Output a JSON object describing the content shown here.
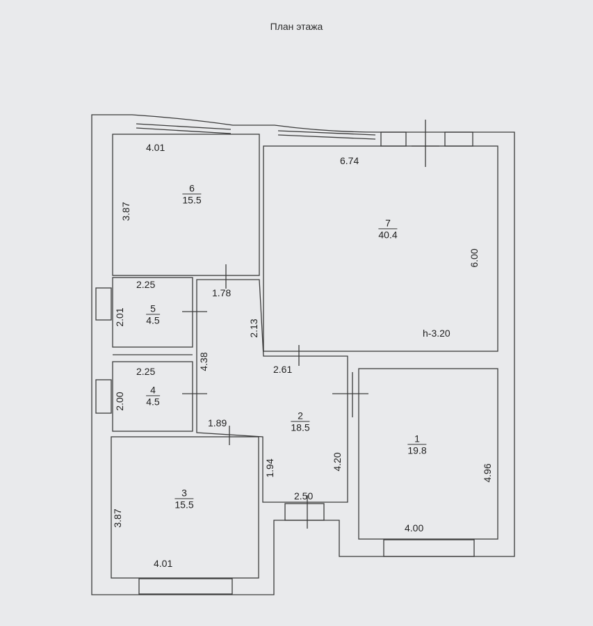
{
  "title": "План этажа",
  "rooms": {
    "r1": {
      "number": "1",
      "area": "19.8",
      "width": "4.00",
      "length": "4.96"
    },
    "r2": {
      "number": "2",
      "area": "18.5",
      "d_top": "2.61",
      "d_left": "4.38",
      "d_right": "4.20",
      "d_bottom": "2.50",
      "d_notch_w": "1.89",
      "d_notch_h": "1.94",
      "d_upper_w": "1.78",
      "d_upper_h": "2.13"
    },
    "r3": {
      "number": "3",
      "area": "15.5",
      "width": "4.01",
      "length": "3.87"
    },
    "r4": {
      "number": "4",
      "area": "4.5",
      "width": "2.25",
      "length": "2.00"
    },
    "r5": {
      "number": "5",
      "area": "4.5",
      "width": "2.25",
      "length": "2.01"
    },
    "r6": {
      "number": "6",
      "area": "15.5",
      "width": "4.01",
      "length": "3.87"
    },
    "r7": {
      "number": "7",
      "area": "40.4",
      "width": "6.74",
      "length": "6.00",
      "height": "h-3.20"
    }
  }
}
